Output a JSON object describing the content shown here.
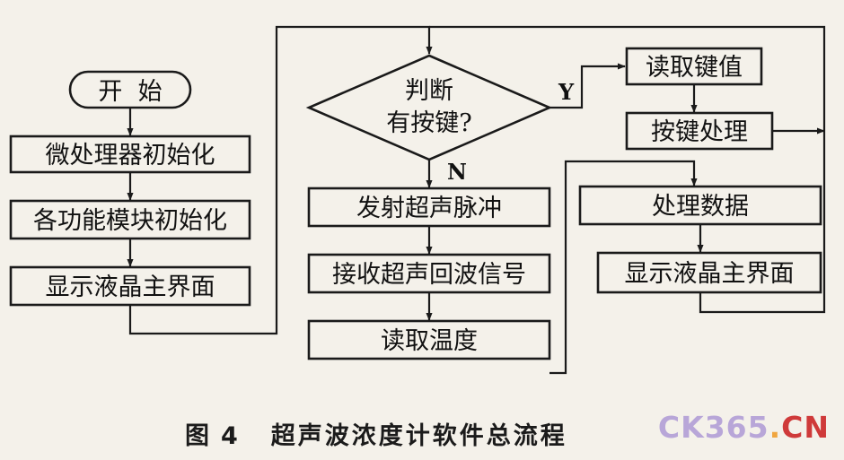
{
  "nodes": {
    "start": "开  始",
    "init_mcu": "微处理器初始化",
    "init_modules": "各功能模块初始化",
    "show_main_left": "显示液晶主界面",
    "judge_line1": "判断",
    "judge_line2": "有按键?",
    "read_key": "读取键值",
    "key_process": "按键处理",
    "emit_pulse": "发射超声脉冲",
    "receive_echo": "接收超声回波信号",
    "read_temp": "读取温度",
    "process_data": "处理数据",
    "show_main_right": "显示液晶主界面"
  },
  "branches": {
    "yes": "Y",
    "no": "N"
  },
  "caption": {
    "figure": "图",
    "number": "4",
    "title": "超声波浓度计软件总流程"
  },
  "watermark": {
    "main": "CK365",
    "dot": ".",
    "tld": "CN"
  },
  "colors": {
    "stroke": "#1a1a1a",
    "background": "#f4f1ea",
    "watermark_main": "#b8a6d8",
    "watermark_dot": "#f0a640",
    "watermark_tld": "#cf3a3a"
  }
}
